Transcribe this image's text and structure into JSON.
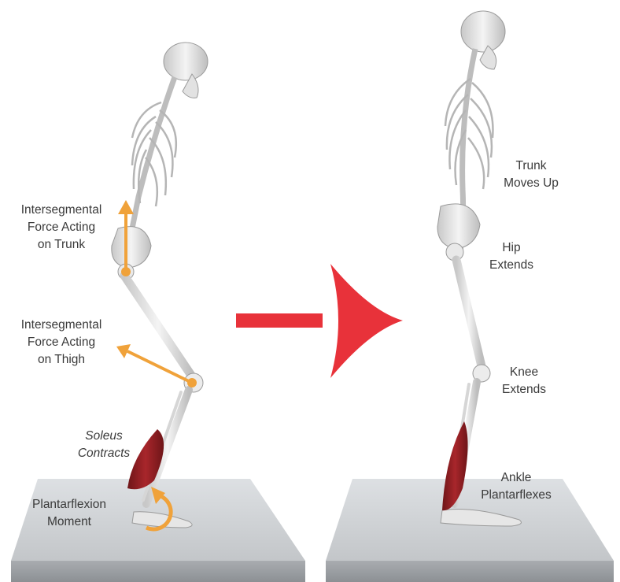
{
  "left_panel": {
    "trunk_force_label": [
      "Intersegmental",
      "Force Acting",
      "on Trunk"
    ],
    "thigh_force_label": [
      "Intersegmental",
      "Force Acting",
      "on Thigh"
    ],
    "soleus_label": [
      "Soleus",
      "Contracts"
    ],
    "moment_label": [
      "Plantarflexion",
      "Moment"
    ]
  },
  "right_panel": {
    "trunk_label": [
      "Trunk",
      "Moves Up"
    ],
    "hip_label": [
      "Hip",
      "Extends"
    ],
    "knee_label": [
      "Knee",
      "Extends"
    ],
    "ankle_label": [
      "Ankle",
      "Plantarflexes"
    ]
  },
  "colors": {
    "force_arrow": "#f0a23a",
    "transition_arrow": "#e8323a",
    "muscle": "#8e1f23",
    "bone": "#e6e6e6",
    "platform_top": "#c9cccf",
    "platform_front": "#9a9ea2",
    "label_text": "#3a3a3a"
  }
}
